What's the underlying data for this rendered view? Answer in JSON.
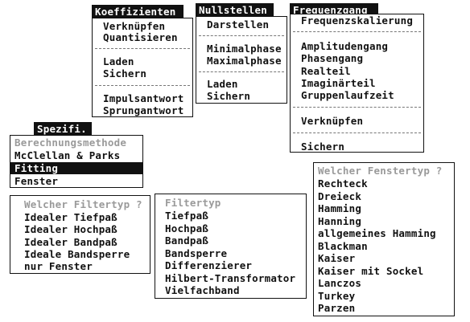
{
  "menus": {
    "koeffizienten": {
      "title": "Koeffizienten",
      "items": [
        "Verknüpfen",
        "Quantisieren",
        "Laden",
        "Sichern",
        "Impulsantwort",
        "Sprungantwort"
      ]
    },
    "nullstellen": {
      "title": "Nullstellen",
      "items": [
        "Darstellen",
        "Minimalphase",
        "Maximalphase",
        "Laden",
        "Sichern"
      ]
    },
    "frequenzgang": {
      "title": "Frequenzgang",
      "items": [
        "Frequenzskalierung",
        "Amplitudengang",
        "Phasengang",
        "Realteil",
        "Imaginärteil",
        "Gruppenlaufzeit",
        "Verknüpfen",
        "Sichern"
      ]
    },
    "spezifi": {
      "title": "Spezifi.",
      "items": [
        "Berechnungsmethode",
        "McClellan & Parks",
        "Fitting",
        "Fenster"
      ],
      "selected": "Fitting"
    }
  },
  "dialogs": {
    "filtertyp_question": {
      "prompt": "Welcher Filtertyp ?",
      "items": [
        "Idealer Tiefpaß",
        "Idealer Hochpaß",
        "Idealer Bandpaß",
        "Ideale Bandsperre",
        "nur Fenster"
      ]
    },
    "filtertyp_list": {
      "prompt": "Filtertyp",
      "items": [
        "Tiefpaß",
        "Hochpaß",
        "Bandpaß",
        "Bandsperre",
        "Differenzierer",
        "Hilbert-Transformator",
        "Vielfachband"
      ]
    },
    "fenstertyp": {
      "prompt": "Welcher Fenstertyp ?",
      "items": [
        "Rechteck",
        "Dreieck",
        "Hamming",
        "Hanning",
        "allgemeines Hamming",
        "Blackman",
        "Kaiser",
        "Kaiser mit Sockel",
        "Lanczos",
        "Turkey",
        "Parzen"
      ]
    }
  }
}
